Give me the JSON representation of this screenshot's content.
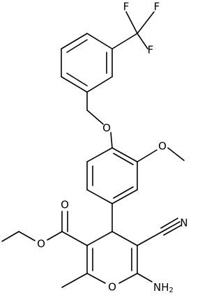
{
  "labels": {
    "f1": "F",
    "f2": "F",
    "f3": "F",
    "o_ether_benzyl": "O",
    "o_methoxy": "O",
    "o_ester_carbonyl": "O",
    "o_ester_ethyl": "O",
    "n_nitrile": "N",
    "o_pyran": "O",
    "nh2_main": "NH",
    "nh2_sub": "2"
  }
}
